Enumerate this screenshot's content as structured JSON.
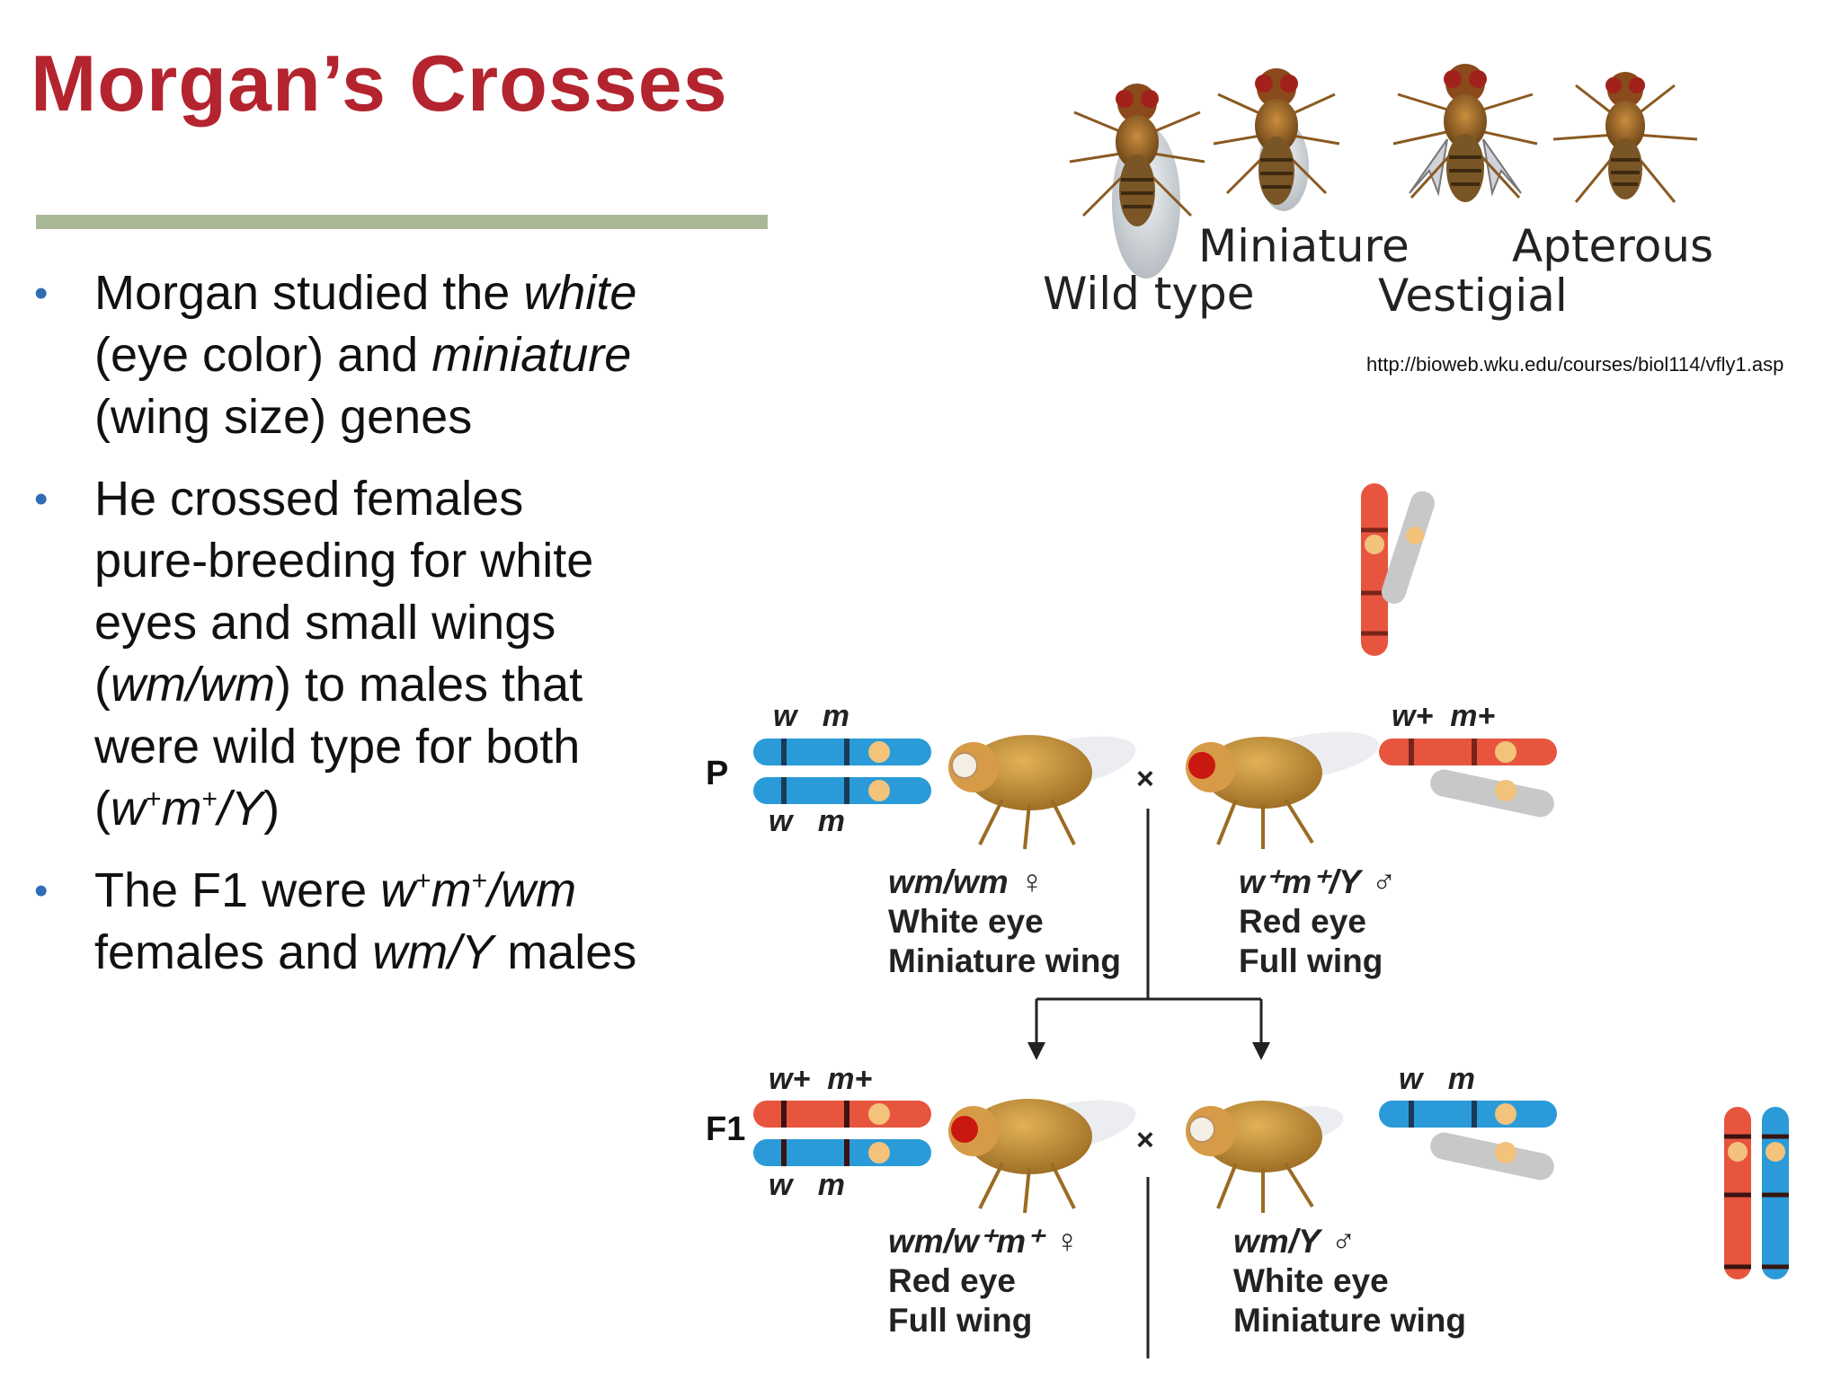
{
  "title": "Morgan’s Crosses",
  "bullets": [
    {
      "lines": [
        [
          {
            "t": "Morgan studied the "
          },
          {
            "t": "white",
            "i": true
          }
        ],
        [
          {
            "t": "(eye color) and "
          },
          {
            "t": "miniature",
            "i": true
          }
        ],
        [
          {
            "t": "(wing size) genes"
          }
        ]
      ]
    },
    {
      "lines": [
        [
          {
            "t": "He crossed females"
          }
        ],
        [
          {
            "t": "pure-breeding for white"
          }
        ],
        [
          {
            "t": "eyes and small wings"
          }
        ],
        [
          {
            "t": "("
          },
          {
            "t": "wm/wm",
            "i": true
          },
          {
            "t": ") to males that"
          }
        ],
        [
          {
            "t": "were wild type for both"
          }
        ],
        [
          {
            "t": "("
          },
          {
            "t": "w",
            "i": true
          },
          {
            "t": "+",
            "sup": true
          },
          {
            "t": "m",
            "i": true
          },
          {
            "t": "+",
            "sup": true
          },
          {
            "t": "/Y",
            "i": true
          },
          {
            "t": ")"
          }
        ]
      ]
    },
    {
      "lines": [
        [
          {
            "t": "The F1 were "
          },
          {
            "t": "w",
            "i": true
          },
          {
            "t": "+",
            "sup": true
          },
          {
            "t": "m",
            "i": true
          },
          {
            "t": "+",
            "sup": true
          },
          {
            "t": "/wm",
            "i": true
          }
        ],
        [
          {
            "t": "females and "
          },
          {
            "t": "wm/Y",
            "i": true
          },
          {
            "t": " males"
          }
        ]
      ]
    }
  ],
  "flies": {
    "wild_type": "Wild type",
    "miniature": "Miniature",
    "vestigial": "Vestigial",
    "apterous": "Apterous",
    "url": "http://bioweb.wku.edu/courses/biol114/vfly1.asp"
  },
  "cross": {
    "p_label": "P",
    "f1_label": "F1",
    "cross_symbol": "×",
    "p_female_alleles_top": "w   m",
    "p_female_alleles_bottom": "w   m",
    "p_male_alleles": "w+  m+",
    "f1_female_alleles_top": "w+  m+",
    "f1_female_alleles_bottom": "w   m",
    "f1_male_alleles": "w   m",
    "p_female": {
      "genotype": "wm/wm ♀",
      "eye": "White eye",
      "wing": "Miniature wing"
    },
    "p_male": {
      "genotype": "w⁺m⁺/Y ♂",
      "eye": "Red eye",
      "wing": "Full wing"
    },
    "f1_female": {
      "genotype": "wm/w⁺m⁺ ♀",
      "eye": "Red eye",
      "wing": "Full wing"
    },
    "f1_male": {
      "genotype": "wm/Y ♂",
      "eye": "White eye",
      "wing": "Miniature wing"
    }
  },
  "colors": {
    "title": "#b3242f",
    "rule": "#a9b997",
    "bullet": "#2f6db5",
    "chrom_red": "#e8553f",
    "chrom_blue": "#2a9bd8",
    "chrom_gray": "#c8c8c8",
    "centromere": "#f3c27b"
  }
}
